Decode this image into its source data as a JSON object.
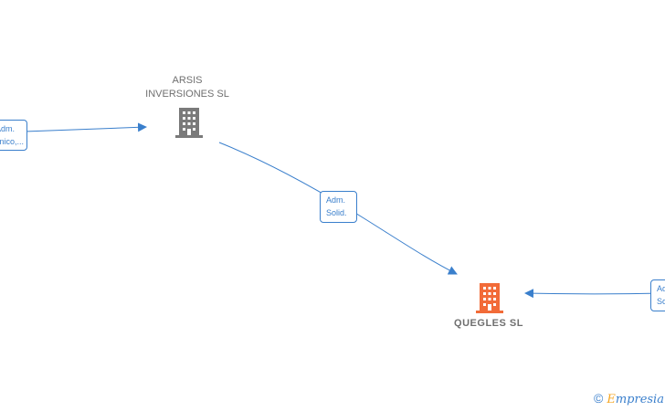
{
  "nodes": {
    "arsis": {
      "line1": "ARSIS",
      "line2": "INVERSIONES SL",
      "icon": "building-icon",
      "color": "#7a7a7a"
    },
    "quegles": {
      "label": "QUEGLES  SL",
      "icon": "building-icon",
      "color": "#f26b38"
    }
  },
  "edges": {
    "left": {
      "line1": "Adm.",
      "line2": "Unico,..."
    },
    "middle": {
      "line1": "Adm.",
      "line2": "Solid."
    },
    "right": {
      "line1": "Adm.",
      "line2": "Solid."
    }
  },
  "watermark": {
    "copyright": "©",
    "brand_e": "E",
    "brand_rest": "mpresia"
  },
  "colors": {
    "edge": "#3a7fcc",
    "main_building": "#f26b38",
    "other_building": "#7a7a7a"
  }
}
